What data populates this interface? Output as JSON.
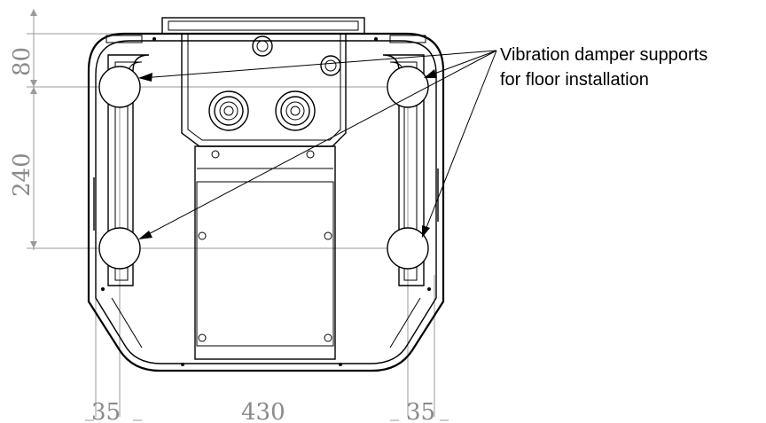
{
  "callout": {
    "line1": "Vibration damper supports",
    "line2": "for floor installation"
  },
  "dimensions": {
    "top_vertical": "80",
    "main_vertical": "240",
    "left_horizontal": "35",
    "center_horizontal": "430",
    "right_horizontal": "35"
  },
  "colors": {
    "drawing_line": "#000000",
    "dimension_text": "#8a8a8a",
    "damper_fill": "#ffffff"
  }
}
